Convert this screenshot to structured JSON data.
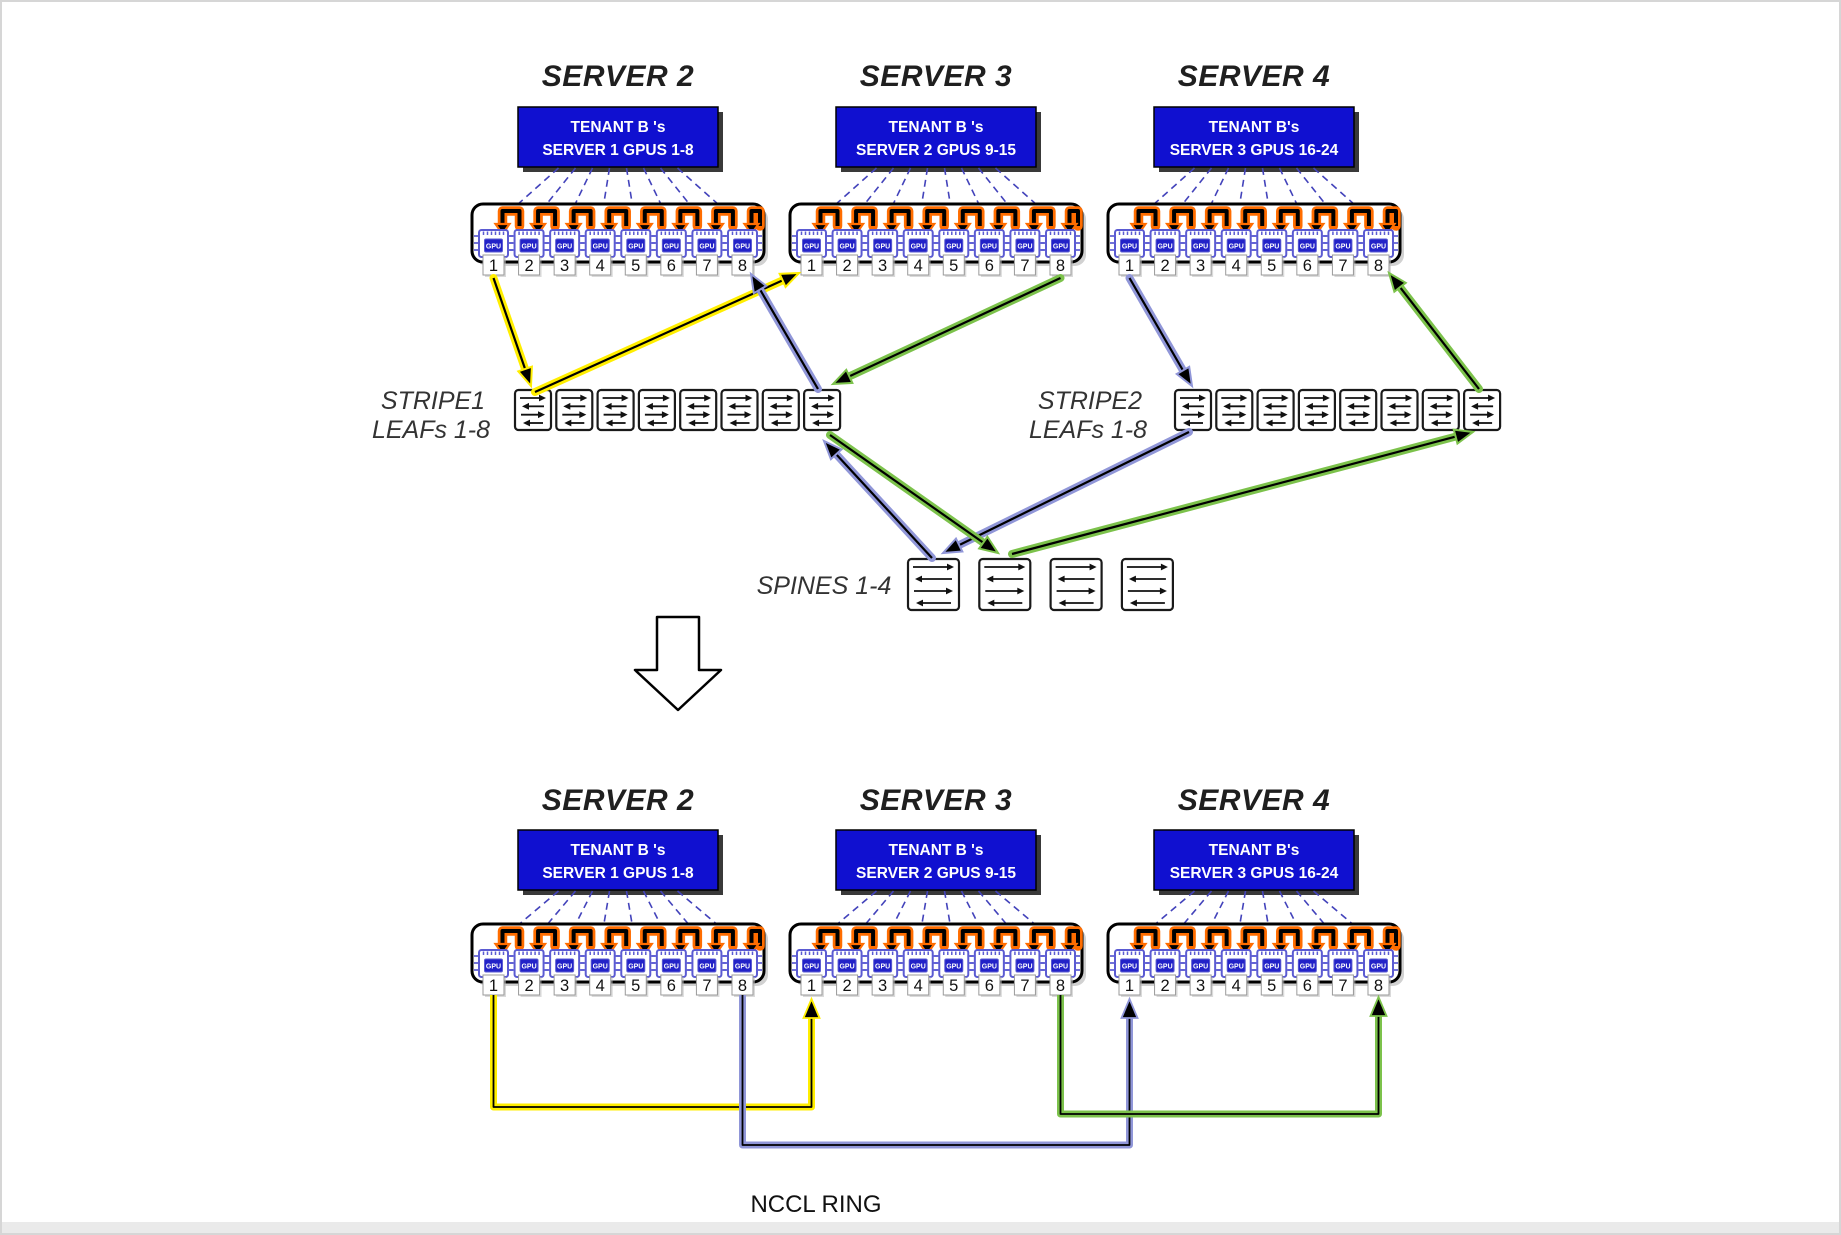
{
  "diagram": {
    "colors": {
      "yellow": "#ffee00",
      "green": "#7cc24b",
      "navy": "#9096d8",
      "orange": "#ff6d00",
      "tenant_blue": "#1010d0",
      "tenant_text": "#ffffff",
      "chip_blue": "#5b5bd2",
      "chip_dark": "#2222c8",
      "fan_blue": "#4343bb",
      "line_core": "#000000",
      "switch_stroke": "#1a1a1a",
      "label_text": "#333333",
      "title_text": "#1f1f1f"
    },
    "sections": [
      {
        "id": "physical-topology",
        "servers": [
          {
            "title": "SERVER 2",
            "tenant": [
              "TENANT B 's",
              "SERVER 1 GPUS 1-8"
            ]
          },
          {
            "title": "SERVER 3",
            "tenant": [
              "TENANT B 's",
              "SERVER 2 GPUS 9-15"
            ]
          },
          {
            "title": "SERVER 4",
            "tenant": [
              "TENANT B's",
              "SERVER 3 GPUS 16-24"
            ]
          }
        ]
      },
      {
        "id": "nccl-ring-view",
        "servers": [
          {
            "title": "SERVER 2",
            "tenant": [
              "TENANT B 's",
              "SERVER 1 GPUS 1-8"
            ]
          },
          {
            "title": "SERVER 3",
            "tenant": [
              "TENANT B 's",
              "SERVER 2 GPUS 9-15"
            ]
          },
          {
            "title": "SERVER 4",
            "tenant": [
              "TENANT B's",
              "SERVER 3 GPUS 16-24"
            ]
          }
        ]
      }
    ],
    "gpu_numbers": [
      "1",
      "2",
      "3",
      "4",
      "5",
      "6",
      "7",
      "8"
    ],
    "gpu_chip_label": "GPU",
    "labels": {
      "stripe1": [
        "STRIPE1",
        "LEAFs 1-8"
      ],
      "stripe2": [
        "STRIPE2",
        "LEAFs 1-8"
      ],
      "spines": "SPINES 1-4",
      "nccl_ring": "NCCL RING"
    },
    "counts": {
      "gpus_per_server": 8,
      "leafs_per_stripe": 8,
      "spines": 4
    },
    "connections_top": [
      {
        "color": "yellow",
        "from": "server2.gpu1",
        "to": "stripe1.leaf1"
      },
      {
        "color": "yellow",
        "from": "stripe1.leaf1",
        "to": "server3.gpu1"
      },
      {
        "color": "navy",
        "from": "server4.gpu1",
        "to": "stripe2.leaf1"
      },
      {
        "color": "navy",
        "from": "stripe2.leaf1",
        "to": "spine1"
      },
      {
        "color": "navy",
        "from": "spine1",
        "to": "stripe1.leaf8"
      },
      {
        "color": "navy",
        "from": "stripe1.leaf8",
        "to": "server2.gpu8"
      },
      {
        "color": "green",
        "from": "server3.gpu8",
        "to": "stripe1.leaf8"
      },
      {
        "color": "green",
        "from": "stripe1.leaf8",
        "to": "spine2"
      },
      {
        "color": "green",
        "from": "spine2",
        "to": "stripe2.leaf8"
      },
      {
        "color": "green",
        "from": "stripe2.leaf8",
        "to": "server4.gpu8"
      }
    ],
    "connections_bottom": [
      {
        "color": "yellow",
        "from": "server2.gpu1",
        "to": "server3.gpu1"
      },
      {
        "color": "navy",
        "from": "server2.gpu8",
        "to": "server4.gpu1"
      },
      {
        "color": "green",
        "from": "server3.gpu8",
        "to": "server4.gpu8"
      }
    ]
  }
}
